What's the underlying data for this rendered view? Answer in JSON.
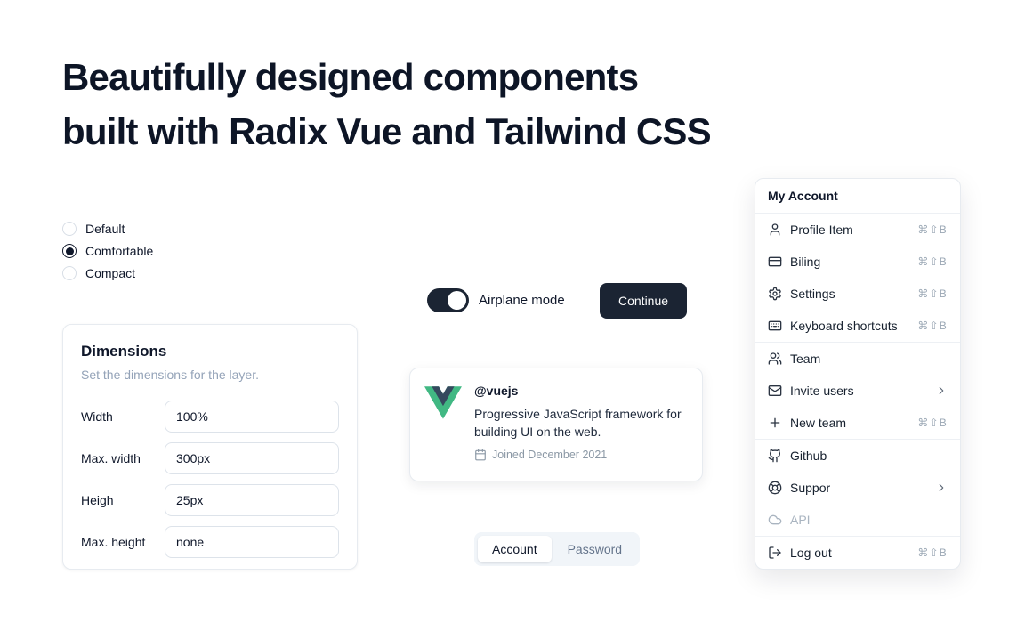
{
  "hero": {
    "line1": "Beautifully designed components",
    "line2": "built with Radix Vue and Tailwind CSS"
  },
  "radio_group": {
    "options": [
      {
        "label": "Default",
        "selected": false
      },
      {
        "label": "Comfortable",
        "selected": true
      },
      {
        "label": "Compact",
        "selected": false
      }
    ]
  },
  "dimensions_card": {
    "title": "Dimensions",
    "subtitle": "Set the dimensions for the layer.",
    "fields": [
      {
        "label": "Width",
        "value": "100%"
      },
      {
        "label": "Max. width",
        "value": "300px"
      },
      {
        "label": "Heigh",
        "value": "25px"
      },
      {
        "label": "Max. height",
        "value": "none"
      }
    ]
  },
  "airplane": {
    "label": "Airplane mode",
    "state": "on"
  },
  "continue_button": {
    "label": "Continue"
  },
  "hover_card": {
    "handle": "@vuejs",
    "description": "Progressive JavaScript framework for building UI on the web.",
    "joined": "Joined December 2021"
  },
  "tabs": {
    "items": [
      {
        "label": "Account",
        "active": true
      },
      {
        "label": "Password",
        "active": false
      }
    ]
  },
  "menu": {
    "title": "My Account",
    "groups": [
      {
        "items": [
          {
            "label": "Profile Item",
            "icon": "user",
            "shortcut": "⌘⇧B"
          },
          {
            "label": "Biling",
            "icon": "credit-card",
            "shortcut": "⌘⇧B"
          },
          {
            "label": "Settings",
            "icon": "gear",
            "shortcut": "⌘⇧B"
          },
          {
            "label": "Keyboard shortcuts",
            "icon": "keyboard",
            "shortcut": "⌘⇧B"
          }
        ]
      },
      {
        "items": [
          {
            "label": "Team",
            "icon": "users"
          },
          {
            "label": "Invite users",
            "icon": "mail",
            "submenu": true
          },
          {
            "label": "New team",
            "icon": "plus",
            "shortcut": "⌘⇧B"
          }
        ]
      },
      {
        "items": [
          {
            "label": "Github",
            "icon": "github"
          },
          {
            "label": "Suppor",
            "icon": "life-buoy",
            "submenu": true
          },
          {
            "label": "API",
            "icon": "cloud",
            "disabled": true
          }
        ]
      },
      {
        "items": [
          {
            "label": "Log out",
            "icon": "log-out",
            "shortcut": "⌘⇧B"
          }
        ]
      }
    ]
  },
  "colors": {
    "primary": "#1b2433",
    "border": "#e7ebf0",
    "muted": "#94a3b8",
    "vue_green": "#41b883",
    "vue_navy": "#35495e"
  }
}
